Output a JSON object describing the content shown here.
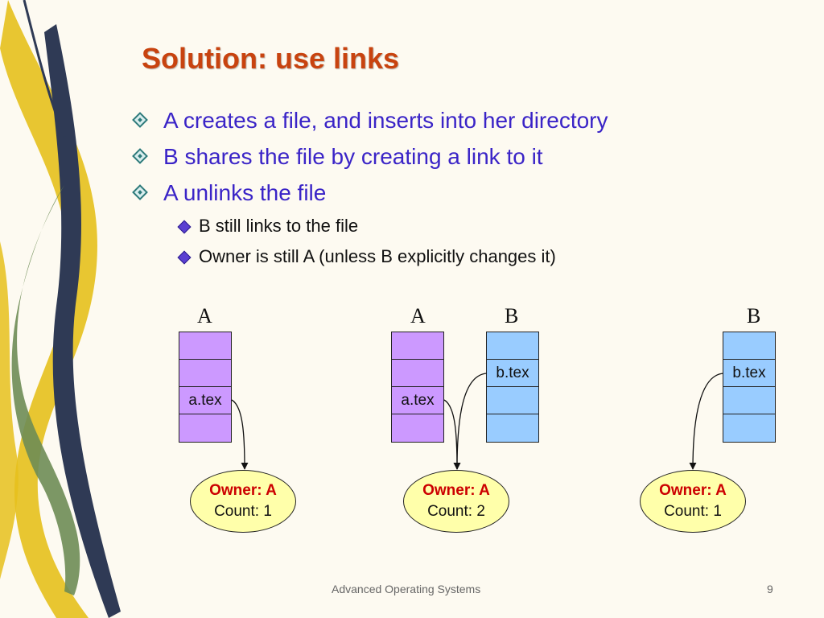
{
  "title": "Solution: use links",
  "bullets": [
    {
      "text": "A creates a file, and inserts into her directory"
    },
    {
      "text": "B shares the file by creating a link to it"
    },
    {
      "text": "A unlinks the file"
    }
  ],
  "sub_bullets": [
    {
      "text": "B still links to the file"
    },
    {
      "text": "Owner is still A (unless B explicitly changes it)"
    }
  ],
  "diagram": {
    "labels": [
      "A",
      "A",
      "B",
      "B"
    ],
    "directory_entries": {
      "first_a": [
        "",
        "",
        "a.tex",
        ""
      ],
      "second_a": [
        "",
        "",
        "a.tex",
        ""
      ],
      "second_b": [
        "",
        "b.tex",
        "",
        ""
      ],
      "third_b": [
        "",
        "b.tex",
        "",
        ""
      ]
    },
    "inodes": [
      {
        "owner": "Owner: A",
        "count": "Count: 1"
      },
      {
        "owner": "Owner: A",
        "count": "Count: 2"
      },
      {
        "owner": "Owner: A",
        "count": "Count: 1"
      }
    ],
    "colors": {
      "dir_a": "#cc99ff",
      "dir_b": "#99ccff",
      "inode": "#ffffaa",
      "owner": "#cc0000"
    }
  },
  "footer": "Advanced Operating Systems",
  "page_number": "9"
}
